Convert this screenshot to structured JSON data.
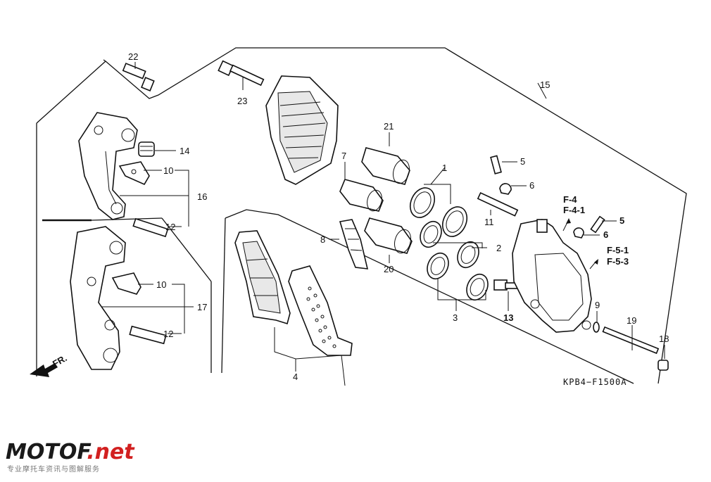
{
  "diagram": {
    "code": "KPB4−F1500A",
    "front_label": "FR.",
    "refs": [
      "F-4",
      "F-4-1",
      "F-5-1",
      "F-5-3"
    ],
    "callouts": {
      "c1": "1",
      "c2": "2",
      "c3": "3",
      "c4": "4",
      "c5a": "5",
      "c5b": "5",
      "c6a": "6",
      "c6b": "6",
      "c7": "7",
      "c8": "8",
      "c9": "9",
      "c10a": "10",
      "c10b": "10",
      "c11": "11",
      "c12a": "12",
      "c12b": "12",
      "c13": "13",
      "c14": "14",
      "c15": "15",
      "c16": "16",
      "c17": "17",
      "c18": "18",
      "c19": "19",
      "c20": "20",
      "c21": "21",
      "c22": "22",
      "c23": "23"
    }
  },
  "watermark": {
    "brand_main": "MOTOF",
    "brand_suffix": ".net",
    "tagline": "专业摩托车资讯与图解服务"
  },
  "colors": {
    "ink": "#111111",
    "brand_red": "#d22020"
  }
}
